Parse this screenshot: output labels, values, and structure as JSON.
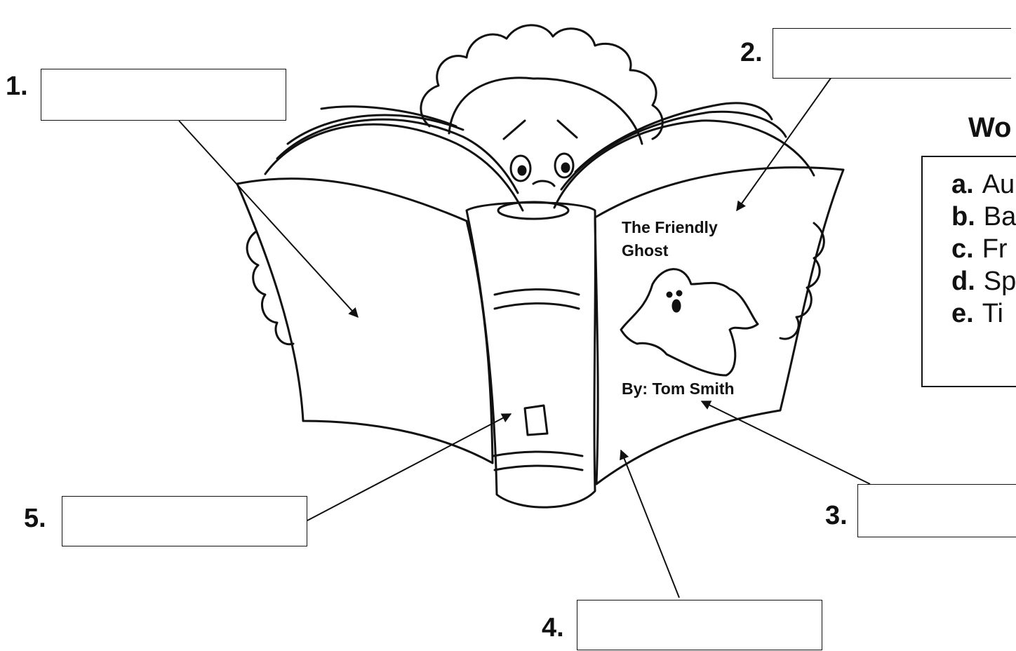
{
  "labels": [
    {
      "number": "1."
    },
    {
      "number": "2."
    },
    {
      "number": "3."
    },
    {
      "number": "4."
    },
    {
      "number": "5."
    }
  ],
  "book_cover": {
    "title_line1": "The Friendly",
    "title_line2": "Ghost",
    "author": "By: Tom Smith"
  },
  "word_bank": {
    "title": "Wo",
    "items": [
      {
        "letter": "a.",
        "text": "Au"
      },
      {
        "letter": "b.",
        "text": "Ba"
      },
      {
        "letter": "c.",
        "text": "Fr"
      },
      {
        "letter": "d.",
        "text": "Sp"
      },
      {
        "letter": "e.",
        "text": "Ti"
      }
    ]
  },
  "colors": {
    "ink": "#111111",
    "paper": "#ffffff"
  }
}
